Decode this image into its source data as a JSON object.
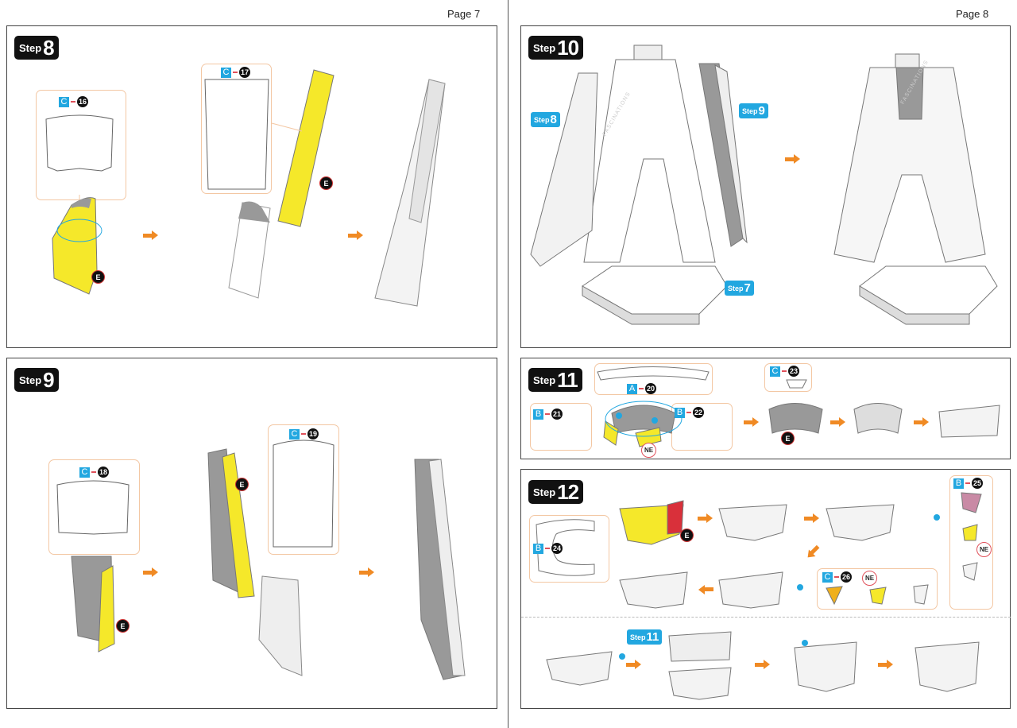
{
  "pages": {
    "left": "Page 7",
    "right": "Page 8"
  },
  "steps": {
    "s8": {
      "word": "Step",
      "num": "8"
    },
    "s9": {
      "word": "Step",
      "num": "9"
    },
    "s10": {
      "word": "Step",
      "num": "10"
    },
    "s11": {
      "word": "Step",
      "num": "11"
    },
    "s12": {
      "word": "Step",
      "num": "12"
    }
  },
  "parts": {
    "p16": {
      "letter": "C",
      "num": "16"
    },
    "p17": {
      "letter": "C",
      "num": "17"
    },
    "p18": {
      "letter": "C",
      "num": "18"
    },
    "p19": {
      "letter": "C",
      "num": "19"
    },
    "p20": {
      "letter": "A",
      "num": "20"
    },
    "p21": {
      "letter": "B",
      "num": "21"
    },
    "p22": {
      "letter": "B",
      "num": "22"
    },
    "p23": {
      "letter": "C",
      "num": "23"
    },
    "p24": {
      "letter": "B",
      "num": "24"
    },
    "p25": {
      "letter": "B",
      "num": "25"
    },
    "p26": {
      "letter": "C",
      "num": "26"
    }
  },
  "markers": {
    "e": "E",
    "ne": "NE"
  },
  "step_refs": {
    "r8": {
      "word": "Step",
      "num": "8"
    },
    "r9": {
      "word": "Step",
      "num": "9"
    },
    "r7": {
      "word": "Step",
      "num": "7"
    },
    "r11": {
      "word": "Step",
      "num": "11"
    }
  },
  "watermark": "FASCINATIONS",
  "colors": {
    "accent_blue": "#22a7e0",
    "arrow_orange": "#f08a24",
    "callout_border": "#f3c7a3",
    "highlight_yellow": "#f5e82a",
    "highlight_red": "#d9303a"
  }
}
